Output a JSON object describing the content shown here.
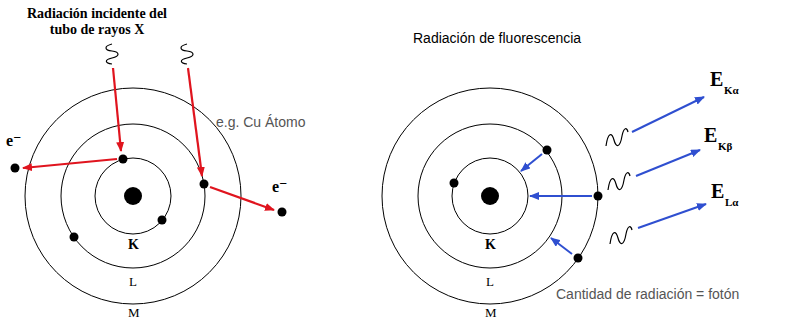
{
  "diagram": {
    "labels": [
      "Radiación incidente del tubo de rayos X",
      "e⁻",
      "e.g. Cu Átomo",
      "e⁻",
      "K",
      "L",
      "M",
      "Radiación de fluorescencia",
      "E",
      "Kα",
      "E",
      "Kβ",
      "E",
      "Lα",
      "K",
      "L",
      "M",
      "Cantidad de radiación = fotón"
    ]
  }
}
